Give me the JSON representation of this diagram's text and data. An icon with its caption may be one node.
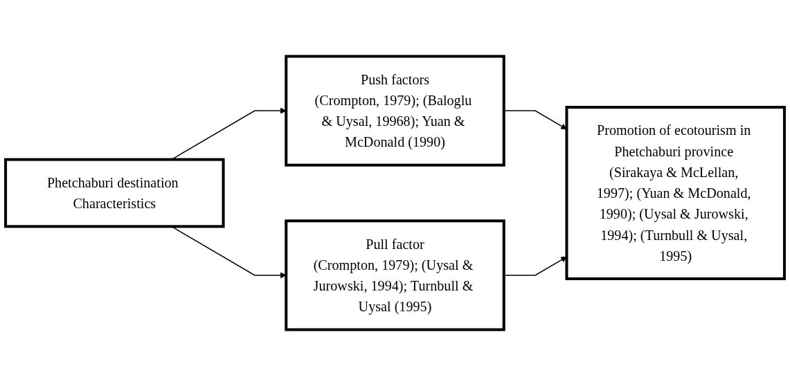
{
  "diagram": {
    "nodes": [
      {
        "text": [
          "Phetchaburi destination Characteristics"
        ]
      },
      {
        "text": [
          "Push factors",
          "(Crompton, 1979); (Baloglu & Uysal, 19968); Yuan & McDonald (1990)"
        ]
      },
      {
        "text": [
          "Pull factor",
          "(Crompton, 1979); (Uysal & Jurowski, 1994); Turnbull & Uysal (1995)"
        ]
      },
      {
        "text": [
          "Promotion of ecotourism in Phetchaburi province (Sirakaya & McLellan, 1997); (Yuan & McDonald, 1990); (Uysal & Jurowski, 1994); (Turnbull & Uysal, 1995)"
        ]
      }
    ],
    "edges": [
      {
        "from": 0,
        "to": 1,
        "arrow": "to"
      },
      {
        "from": 0,
        "to": 2,
        "arrow": "to"
      },
      {
        "from": 1,
        "to": 3,
        "arrow": "to"
      },
      {
        "from": 2,
        "to": 3,
        "arrow": "to"
      }
    ]
  }
}
